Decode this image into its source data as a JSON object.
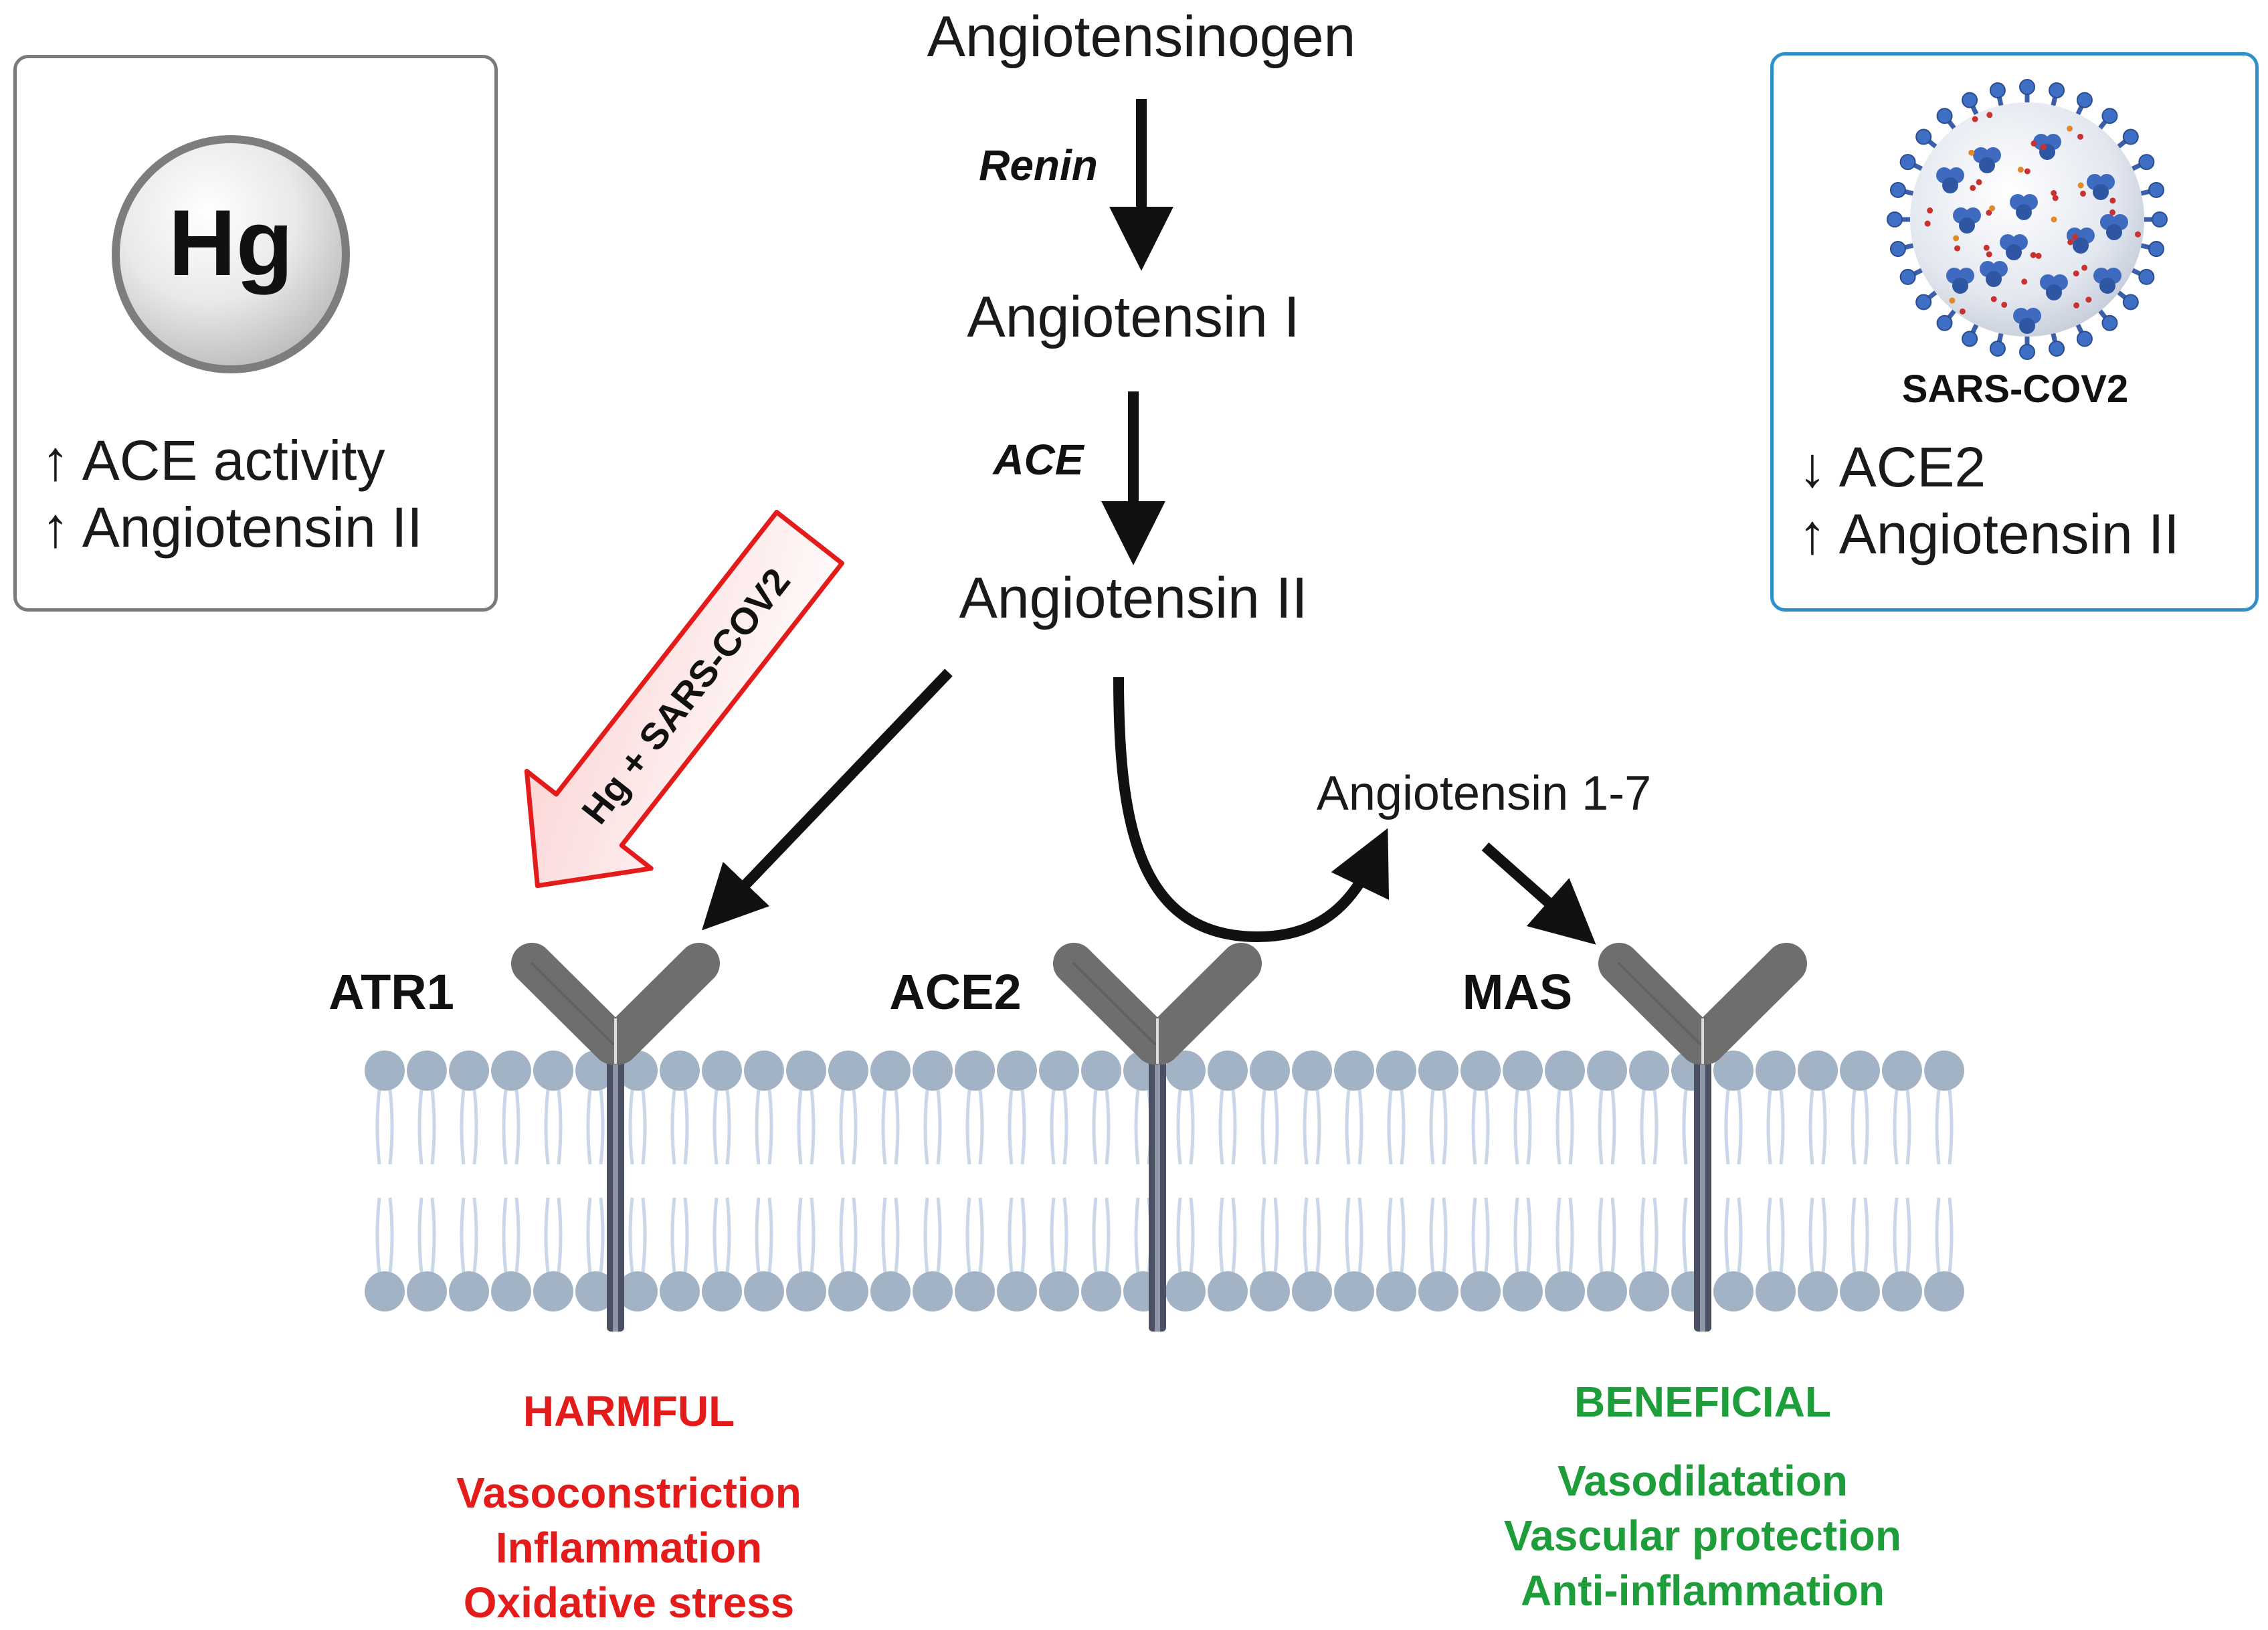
{
  "pathway": {
    "angiotensinogen": "Angiotensinogen",
    "renin": "Renin",
    "angiotensin_i": "Angiotensin I",
    "ace": "ACE",
    "angiotensin_ii": "Angiotensin II",
    "angiotensin_1_7": "Angiotensin 1-7"
  },
  "hg_box": {
    "symbol": "Hg",
    "line1": "↑ ACE activity",
    "line2": "↑ Angiotensin II"
  },
  "sars_box": {
    "title": "SARS-COV2",
    "line1": "↓ ACE2",
    "line2": "↑ Angiotensin II"
  },
  "big_arrow_label": "Hg + SARS-COV2",
  "receptors": {
    "atr1": "ATR1",
    "ace2": "ACE2",
    "mas": "MAS"
  },
  "harmful": {
    "heading": "HARMFUL",
    "effects": [
      "Vasoconstriction",
      "Inflammation",
      "Oxidative stress"
    ]
  },
  "beneficial": {
    "heading": "BENEFICIAL",
    "effects": [
      "Vasodilatation",
      "Vascular protection",
      "Anti-inflammation"
    ]
  },
  "colors": {
    "harmful": "#e41b1b",
    "beneficial": "#1e9e3a",
    "sars_border": "#2f8fcb",
    "hg_border": "#7a7a7a",
    "membrane_head": "#a3b3c6",
    "receptor": "#6e6e6e"
  }
}
